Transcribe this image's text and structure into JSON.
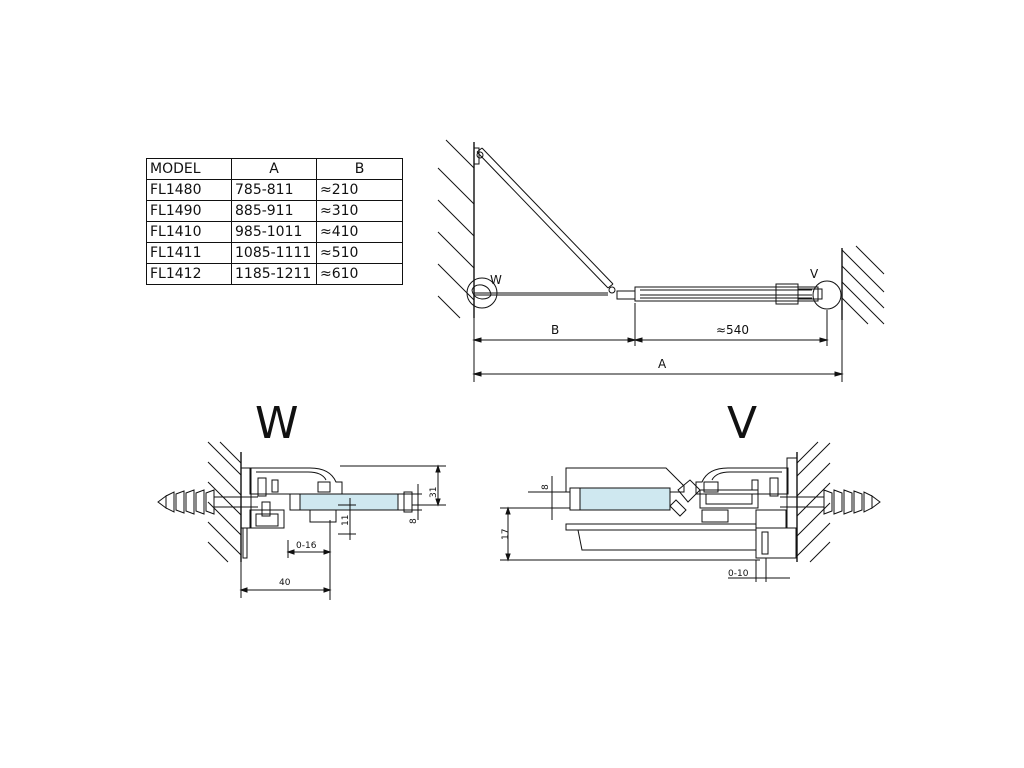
{
  "table": {
    "headers": [
      "MODEL",
      "A",
      "B"
    ],
    "rows": [
      {
        "model": "FL1480",
        "a": "785-811",
        "b": "≈210"
      },
      {
        "model": "FL1490",
        "a": "885-911",
        "b": "≈310"
      },
      {
        "model": "FL1410",
        "a": "985-1011",
        "b": "≈410"
      },
      {
        "model": "FL1411",
        "a": "1085-1111",
        "b": "≈510"
      },
      {
        "model": "FL1412",
        "a": "1185-1211",
        "b": "≈610"
      }
    ]
  },
  "plan": {
    "label_w": "W",
    "label_v": "V",
    "dim_b": "B",
    "dim_540": "≈540",
    "dim_a": "A"
  },
  "detail_w": {
    "title": "W",
    "dim_31": "31",
    "dim_8": "8",
    "dim_11": "11",
    "dim_0_16": "0-16",
    "dim_40": "40"
  },
  "detail_v": {
    "title": "V",
    "dim_8": "8",
    "dim_17": "17",
    "dim_0_10": "0-10"
  },
  "colors": {
    "line": "#111111",
    "glass": "#cfe8f0"
  }
}
